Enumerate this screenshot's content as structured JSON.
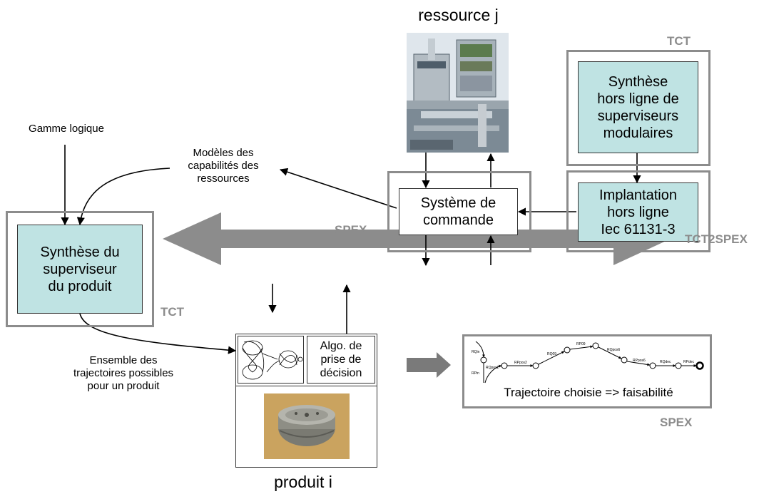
{
  "resource": {
    "title": "ressource j",
    "command_system": "Système de\ncommande"
  },
  "tct_top": {
    "label": "TCT",
    "synthesis": "Synthèse\nhors ligne de\nsuperviseurs\nmodulaires",
    "implementation": "Implantation\nhors ligne\nIec 61131-3"
  },
  "spex_resource_label": "SPEX",
  "bus_label": "TCT2SPEX",
  "left": {
    "gamme": "Gamme logique",
    "models": "Modèles des\ncapabilités des\nressources",
    "synthesis_product": "Synthèse du\nsuperviseur\ndu produit",
    "tct_label": "TCT",
    "trajectories": "Ensemble des\ntrajectoires possibles\npour un produit"
  },
  "product": {
    "algo": "Algo. de\nprise de\ndécision",
    "title": "produit i"
  },
  "trajectory": {
    "caption": "Trajectoire choisie => faisabilité",
    "spex_label": "SPEX",
    "edge_labels": [
      "RQin",
      "RPin",
      "RQpos2",
      "RPpos2",
      "RQ09",
      "RP09",
      "RQpos6",
      "RPpos6",
      "RQdec",
      "RPdec"
    ]
  },
  "colors": {
    "frame_gray": "#8c8c8c",
    "box_teal": "#bfe3e3",
    "bus_gray": "#8c8c8c"
  }
}
